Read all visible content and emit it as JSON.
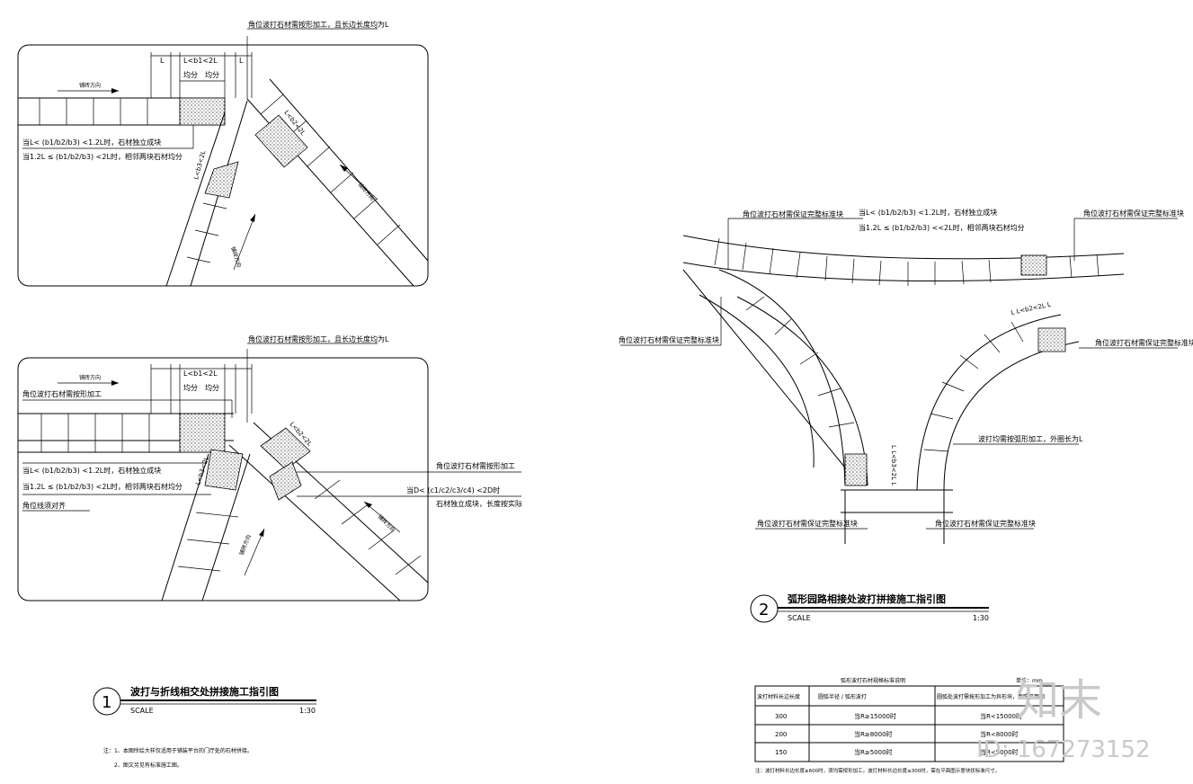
{
  "diagram1": {
    "top_note": "角位波打石材需按形加工，且长边长度均为L",
    "dim_main": "L<b1<2L",
    "dim_left": "L",
    "dim_right": "L",
    "equal_a": "均分",
    "equal_b": "均分",
    "arrow_label_top": "铺砖方向",
    "arrow_label_right": "铺砖方向",
    "arrow_label_bottom": "铺砖方向",
    "note_line1": "当L< (b1/b2/b3) <1.2L时，石材独立成块",
    "note_line2": "当1.2L ≤ (b1/b2/b3) <2L时，相邻两块石材均分",
    "diag_dim_1": "L<b2<2L",
    "diag_dim_2": "L<b3<2L"
  },
  "diagram1b": {
    "top_note": "角位波打石材需按形加工，且长边长度均为L",
    "dim_main": "L<b1<2L",
    "equal_a": "均分",
    "equal_b": "均分",
    "arrow_label_top": "铺砖方向",
    "arrow_label_right": "铺砖方向",
    "arrow_label_bottom": "铺砖方向",
    "left_note": "角位波打石材需按形加工",
    "note_line1": "当L< (b1/b2/b3) <1.2L时，石材独立成块",
    "note_line2": "当1.2L ≤ (b1/b2/b3) <2L时，相邻两块石材均分",
    "align_note": "角位线须对齐",
    "right_note1": "角位波打石材需按形加工",
    "right_note2": "当D< (c1/c2/c3/c4) <2D时",
    "right_note3": "石材独立成块，长度按实际",
    "diag_dim_1": "L<b2<2L",
    "diag_dim_2": "L<b3<2L"
  },
  "title1": {
    "number": "1",
    "title": "波打与折线相交处拼接施工指引图",
    "scale_label": "SCALE",
    "scale_value": "1:30"
  },
  "notes": {
    "line1": "注：1、本图所绘大样仅适用于铺装平台的门厅处的石材拼接。",
    "line2": "2、图文另见有标准施工图。"
  },
  "diagram2": {
    "label_tl": "角位波打石材需保证完整标准块",
    "label_l": "角位波打石材需保证完整标准块",
    "note_line1": "当L< (b1/b2/b3) <1.2L时，石材独立成块",
    "note_line2": "当1.2L ≤ (b1/b2/b3) <<2L时，相邻两块石材均分",
    "label_tr": "角位波打石材需保证完整标准块",
    "label_r": "角位波打石材需保证完整标准块",
    "dim_tr": "L L<b2<2L L",
    "curve_note": "波打均需按弧形加工，外圈长为L",
    "dim_bottom": "L L<b3<2L L",
    "label_bl": "角位波打石材需保证完整标准块",
    "label_br": "角位波打石材需保证完整标准块"
  },
  "title2": {
    "number": "2",
    "title": "弧形园路相接处波打拼接施工指引图",
    "scale_label": "SCALE",
    "scale_value": "1:30"
  },
  "table": {
    "caption": "弧形波打石材规格标准说明",
    "unit": "单位：mm",
    "headers": [
      "波打材料长边长度",
      "圆弧半径 / 弧形波打",
      "圆弧处波打需按形加工为异形块，参照平面图"
    ],
    "rows": [
      [
        "300",
        "当R≥15000时",
        "当R<15000时"
      ],
      [
        "200",
        "当R≥8000时",
        "当R<8000时"
      ],
      [
        "150",
        "当R≥5000时",
        "当R<5000时"
      ]
    ],
    "footnote": "注：波打材料长边长度≥600时，须均需按形加工。波打材料长边长度≤300时，需在平面图示意块状标准尺寸。"
  },
  "watermark": {
    "brand": "知末",
    "id_text": "ID: 167273152"
  }
}
